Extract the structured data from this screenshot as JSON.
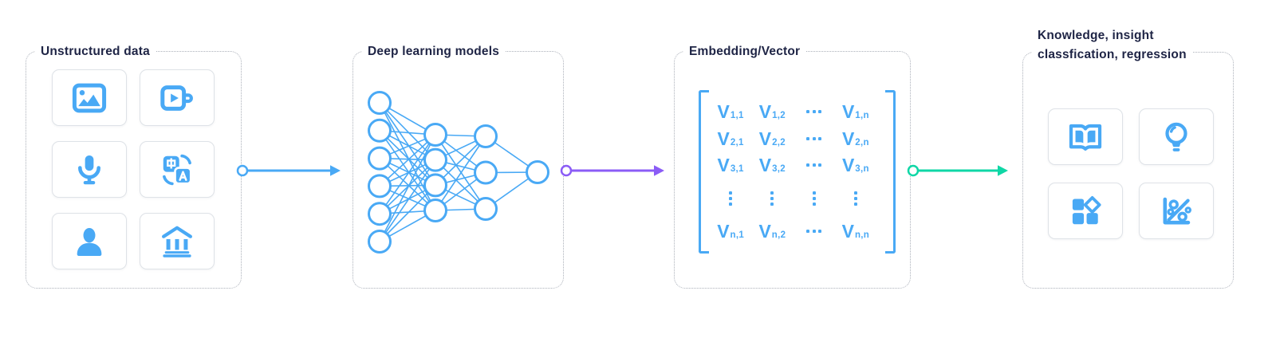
{
  "colors": {
    "icon_blue": "#49a9f5",
    "arrow_blue": "#49a9f5",
    "arrow_purple": "#8b5cf6",
    "arrow_teal": "#0fd7a6",
    "title_navy": "#1e2445",
    "card_border": "#dee2e7",
    "panel_border": "#acb1ba"
  },
  "panels": {
    "unstructured": {
      "title": "Unstructured data",
      "icons": [
        "image",
        "video",
        "microphone",
        "translate",
        "person",
        "bank"
      ]
    },
    "models": {
      "title": "Deep learning models",
      "network_layers": [
        6,
        4,
        3,
        1
      ]
    },
    "embedding": {
      "title": "Embedding/Vector",
      "matrix": {
        "rows": [
          [
            {
              "base": "V",
              "sub": "1,1"
            },
            {
              "base": "V",
              "sub": "1,2"
            },
            {
              "dots": "h"
            },
            {
              "base": "V",
              "sub": "1,n"
            }
          ],
          [
            {
              "base": "V",
              "sub": "2,1"
            },
            {
              "base": "V",
              "sub": "2,2"
            },
            {
              "dots": "h"
            },
            {
              "base": "V",
              "sub": "2,n"
            }
          ],
          [
            {
              "base": "V",
              "sub": "3,1"
            },
            {
              "base": "V",
              "sub": "3,2"
            },
            {
              "dots": "h"
            },
            {
              "base": "V",
              "sub": "3,n"
            }
          ],
          [
            {
              "dots": "v"
            },
            {
              "dots": "v"
            },
            {
              "dots": "v"
            },
            {
              "dots": "v"
            }
          ],
          [
            {
              "base": "V",
              "sub": "n,1"
            },
            {
              "base": "V",
              "sub": "n,2"
            },
            {
              "dots": "h"
            },
            {
              "base": "V",
              "sub": "n,n"
            }
          ]
        ]
      }
    },
    "knowledge": {
      "title_line1": "Knowledge, insight",
      "title_line2": "classfication, regression",
      "icons": [
        "book",
        "lightbulb",
        "categories",
        "regression"
      ]
    }
  },
  "arrows": [
    {
      "name": "unstructured-to-models",
      "color": "#49a9f5"
    },
    {
      "name": "models-to-embedding",
      "color": "#8b5cf6"
    },
    {
      "name": "embedding-to-knowledge",
      "color": "#0fd7a6"
    }
  ]
}
